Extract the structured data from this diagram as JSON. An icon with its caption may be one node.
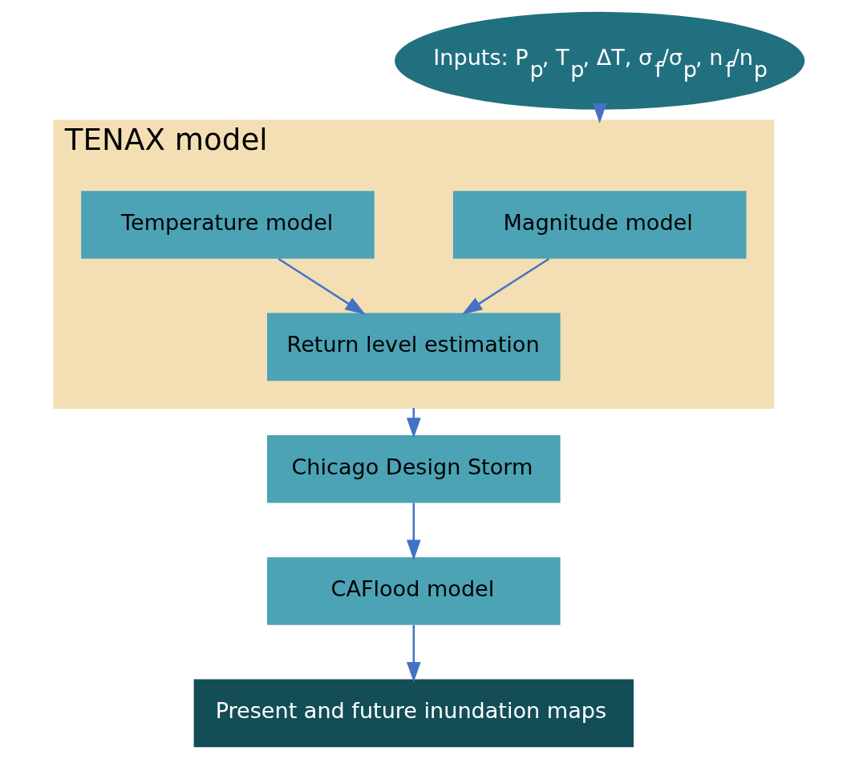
{
  "diagram": {
    "nodes": [
      {
        "text": [
          "Inputs: P$_{p}$, T$_{p}$, ΔT, σ$_{f}$/σ$_{p}$, n$_{f}$/n$_{p}$"
        ]
      },
      {
        "text": [
          "TENAX model"
        ]
      },
      {
        "text": [
          "Magnitude model"
        ],
        "in": 1
      },
      {
        "text": [
          "Temperature model"
        ],
        "in": 1
      },
      {
        "text": [
          "Return level estimation"
        ],
        "in": 1
      },
      {
        "text": [
          "Chicago Design Storm"
        ]
      },
      {
        "text": [
          "CAFlood model"
        ]
      },
      {
        "text": [
          "Present and future inundation maps"
        ]
      }
    ],
    "edges": [
      {
        "from": 0,
        "to": 1,
        "arrow": "to"
      },
      {
        "from": 2,
        "to": 4,
        "arrow": "to"
      },
      {
        "from": 3,
        "to": 4,
        "arrow": "to"
      },
      {
        "from": 1,
        "to": 5,
        "arrow": "to"
      },
      {
        "from": 5,
        "to": 6,
        "arrow": "to"
      },
      {
        "from": 6,
        "to": 7,
        "arrow": "to"
      }
    ]
  }
}
